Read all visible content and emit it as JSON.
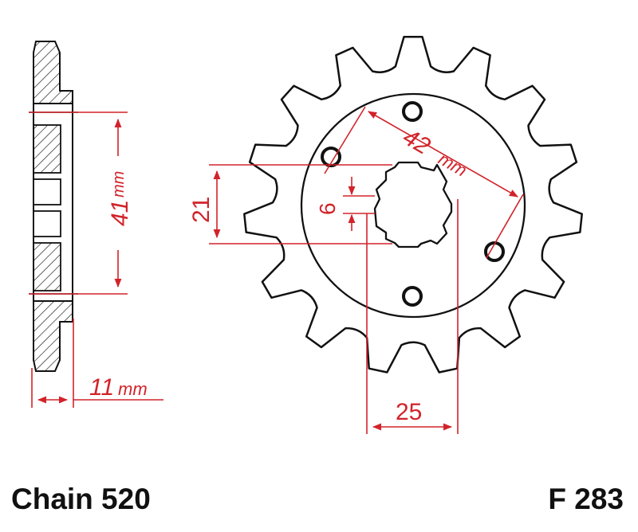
{
  "colors": {
    "outline": "#111111",
    "dimension": "#d2232a",
    "background": "#ffffff"
  },
  "dimensions": {
    "hub_width": {
      "value": "11",
      "unit": "mm"
    },
    "hub_diameter": {
      "value": "41",
      "unit": "mm"
    },
    "bolt_circle": {
      "value": "42",
      "unit": "mm"
    },
    "spline_height": {
      "value": "21"
    },
    "spline_key": {
      "value": "6"
    },
    "bore_width": {
      "value": "25"
    }
  },
  "sprocket": {
    "teeth": 15
  },
  "footer": {
    "chain": "Chain 520",
    "part_number": "F 283"
  }
}
